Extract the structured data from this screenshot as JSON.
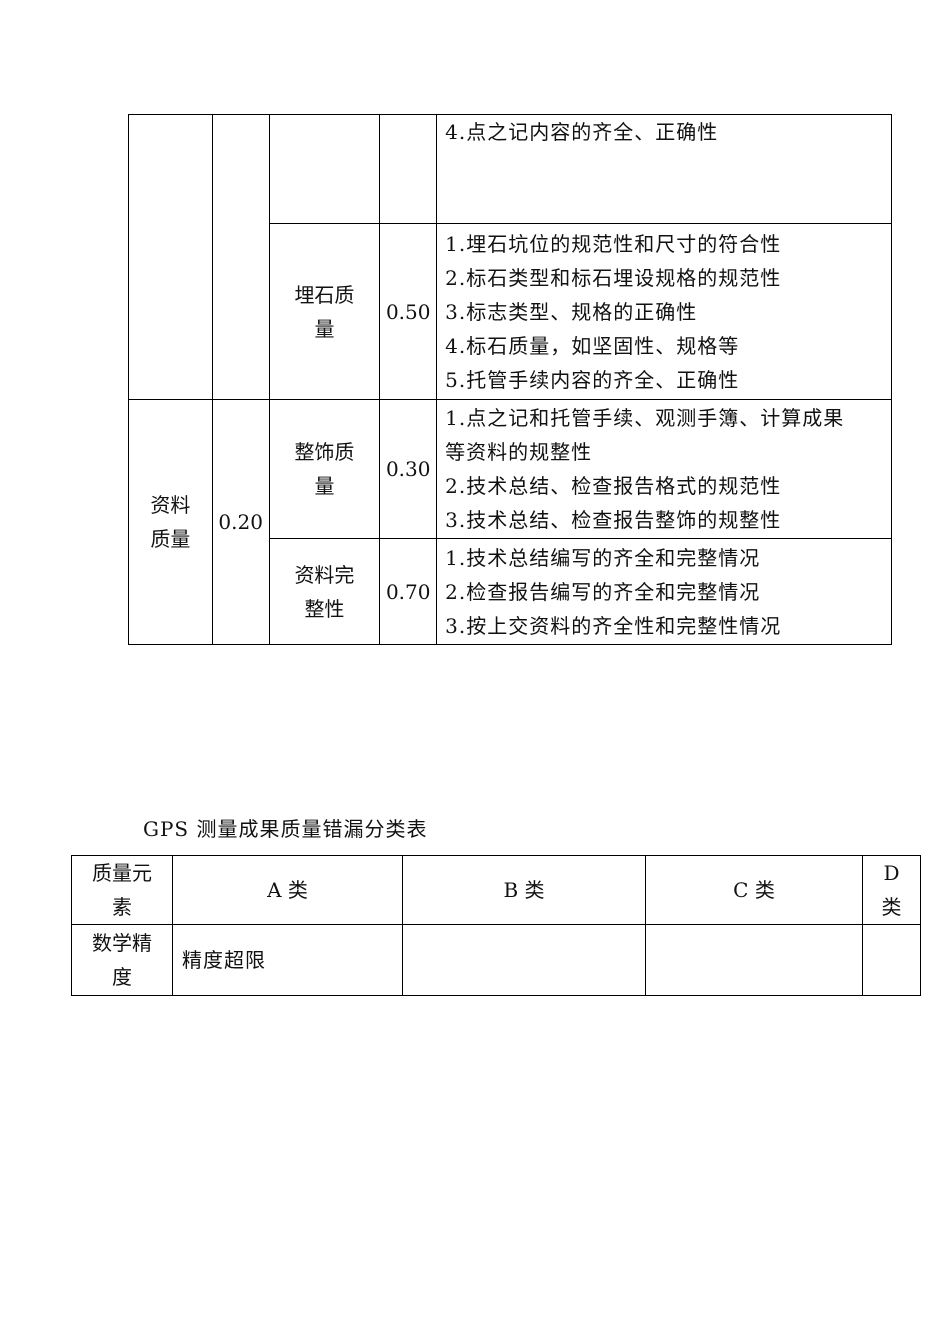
{
  "quality_table": {
    "top_items": [
      "4.点之记内容的齐全、正确性"
    ],
    "stone": {
      "name_line1": "埋石质",
      "name_line2": "量",
      "weight": "0.50",
      "items": [
        "1.埋石坑位的规范性和尺寸的符合性",
        "2.标石类型和标石埋设规格的规范性",
        "3.标志类型、规格的正确性",
        "4.标石质量，如坚固性、规格等",
        "5.托管手续内容的齐全、正确性"
      ]
    },
    "data_quality": {
      "name_line1": "资料",
      "name_line2": "质量",
      "weight": "0.20"
    },
    "finish": {
      "name_line1": "整饰质",
      "name_line2": "量",
      "weight": "0.30",
      "items": [
        "1.点之记和托管手续、观测手簿、计算成果",
        "等资料的规整性",
        "2.技术总结、检查报告格式的规范性",
        "3.技术总结、检查报告整饰的规整性"
      ]
    },
    "completeness": {
      "name_line1": "资料完",
      "name_line2": "整性",
      "weight": "0.70",
      "items": [
        "1.技术总结编写的齐全和完整情况",
        "2.检查报告编写的齐全和完整情况",
        "3.按上交资料的齐全性和完整性情况"
      ]
    }
  },
  "error_table": {
    "title": "GPS 测量成果质量错漏分类表",
    "headers": {
      "element_line1": "质量元",
      "element_line2": "素",
      "a": "A 类",
      "b": "B 类",
      "c": "C 类",
      "d_line1": "D",
      "d_line2": "类"
    },
    "rows": [
      {
        "element_line1": "数学精",
        "element_line2": "度",
        "a": "精度超限",
        "b": "",
        "c": "",
        "d": ""
      }
    ]
  }
}
